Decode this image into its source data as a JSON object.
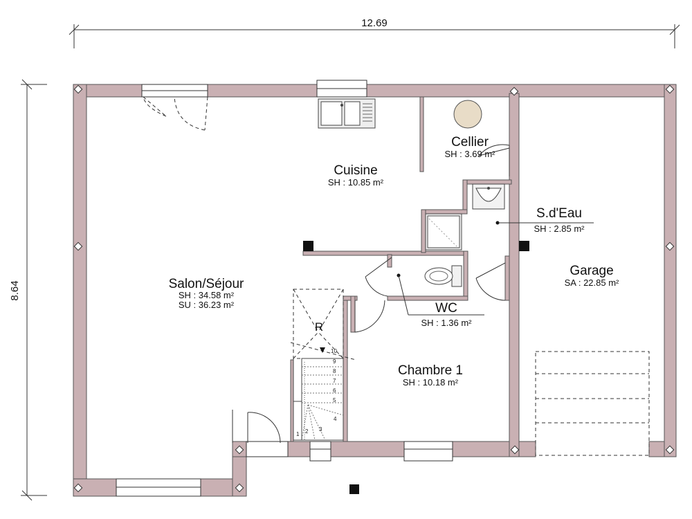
{
  "dimensions": {
    "width_label": "12.69",
    "height_label": "8.64"
  },
  "rooms": {
    "cellier": {
      "name": "Cellier",
      "area": "SH : 3.69 m²"
    },
    "cuisine": {
      "name": "Cuisine",
      "area": "SH : 10.85 m²"
    },
    "sdeau": {
      "name": "S.d'Eau",
      "area": "SH : 2.85 m²"
    },
    "garage": {
      "name": "Garage",
      "area": "SA : 22.85 m²"
    },
    "salon": {
      "name": "Salon/Séjour",
      "area_sh": "SH : 34.58 m²",
      "area_su": "SU : 36.23 m²"
    },
    "wc": {
      "name": "WC",
      "area": "SH : 1.36 m²"
    },
    "chambre1": {
      "name": "Chambre 1",
      "area": "SH : 10.18 m²"
    }
  },
  "stairs": {
    "label": "R",
    "steps": [
      "1",
      "2",
      "3",
      "4",
      "5",
      "6",
      "7",
      "8",
      "9",
      "10"
    ]
  },
  "colors": {
    "wall_fill": "#c9b0b3",
    "line": "#333333"
  }
}
